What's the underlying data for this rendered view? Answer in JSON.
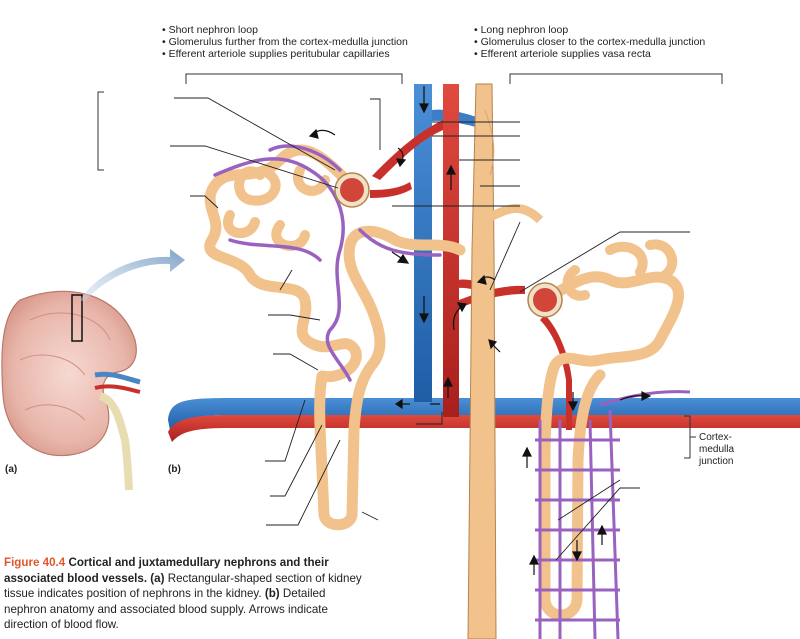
{
  "short_nephron": {
    "bullets": [
      "• Short nephron loop",
      "• Glomerulus further from the cortex-medulla junction",
      "• Efferent arteriole supplies peritubular capillaries"
    ]
  },
  "long_nephron": {
    "bullets": [
      "• Long nephron loop",
      "• Glomerulus closer to the cortex-medulla junction",
      "• Efferent arteriole supplies vasa recta"
    ]
  },
  "panel_labels": {
    "a": "(a)",
    "b": "(b)"
  },
  "cortex_medulla": {
    "line1": "Cortex-",
    "line2": "medulla",
    "line3": "junction"
  },
  "caption": {
    "figure_number": "Figure 40.4",
    "title": "Cortical and juxtamedullary nephrons and their associated blood vessels.",
    "part_a_label": "(a)",
    "part_a_text": "Rectangular-shaped section of kidney tissue indicates position of nephrons in the kidney.",
    "part_b_label": "(b)",
    "part_b_text": "Detailed nephron anatomy and associated blood supply. Arrows indicate direction of blood flow."
  },
  "colors": {
    "artery": "#c8312b",
    "vein": "#2b6db5",
    "tubule": "#f2c28c",
    "tubule_outline": "#b5834e",
    "capillary": "#9a62bf",
    "caption_accent": "#e0572b"
  }
}
